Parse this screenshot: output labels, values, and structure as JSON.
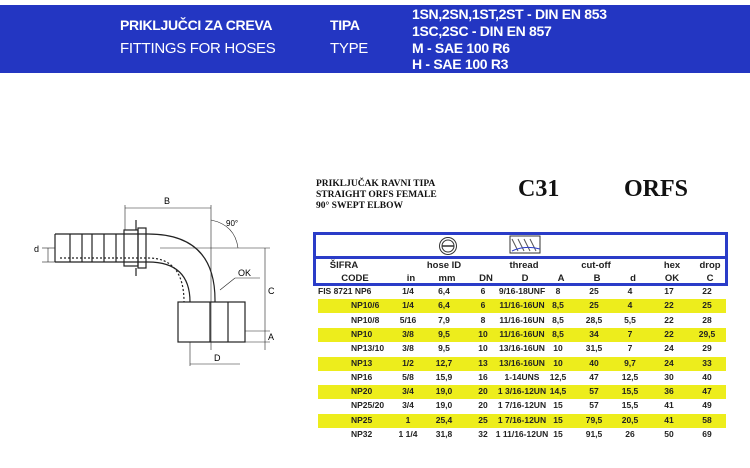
{
  "header": {
    "title_sr": "PRIKLJUČCI ZA CREVA",
    "title_en": "FITTINGS FOR HOSES",
    "type_sr": "TIPA",
    "type_en": "TYPE",
    "standards": [
      "1SN,2SN,1ST,2ST - DIN EN 853",
      "1SC,2SC - DIN EN 857",
      "M - SAE 100 R6",
      "H - SAE 100 R3"
    ]
  },
  "product": {
    "desc": [
      "PRIKLJUČAK RAVNI TIPA",
      "STRAIGHT ORFS FEMALE",
      "90° SWEPT ELBOW"
    ],
    "code": "C31",
    "type": "ORFS"
  },
  "drawing": {
    "labels": {
      "b": "B",
      "angle": "90°",
      "d": "d",
      "ok": "OK",
      "c": "C",
      "a": "A",
      "D": "D"
    }
  },
  "table": {
    "group_headers": [
      "ŠIFRA",
      "hose ID",
      "thread",
      "cut-off",
      "hex",
      "drop"
    ],
    "columns": [
      "CODE",
      "in",
      "mm",
      "DN",
      "D",
      "A",
      "B",
      "d",
      "OK",
      "C"
    ],
    "rows": [
      {
        "cells": [
          "FIS 8721 NP6",
          "1/4",
          "6,4",
          "6",
          "9/16-18UNF",
          "8",
          "25",
          "4",
          "17",
          "22"
        ],
        "highlight": false
      },
      {
        "cells": [
          "NP10/6",
          "1/4",
          "6,4",
          "6",
          "11/16-16UN",
          "8,5",
          "25",
          "4",
          "22",
          "25"
        ],
        "highlight": true
      },
      {
        "cells": [
          "NP10/8",
          "5/16",
          "7,9",
          "8",
          "11/16-16UN",
          "8,5",
          "28,5",
          "5,5",
          "22",
          "28"
        ],
        "highlight": false
      },
      {
        "cells": [
          "NP10",
          "3/8",
          "9,5",
          "10",
          "11/16-16UN",
          "8,5",
          "34",
          "7",
          "22",
          "29,5"
        ],
        "highlight": true
      },
      {
        "cells": [
          "NP13/10",
          "3/8",
          "9,5",
          "10",
          "13/16-16UN",
          "10",
          "31,5",
          "7",
          "24",
          "29"
        ],
        "highlight": false
      },
      {
        "cells": [
          "NP13",
          "1/2",
          "12,7",
          "13",
          "13/16-16UN",
          "10",
          "40",
          "9,7",
          "24",
          "33"
        ],
        "highlight": true
      },
      {
        "cells": [
          "NP16",
          "5/8",
          "15,9",
          "16",
          "1-14UNS",
          "12,5",
          "47",
          "12,5",
          "30",
          "40"
        ],
        "highlight": false
      },
      {
        "cells": [
          "NP20",
          "3/4",
          "19,0",
          "20",
          "1 3/16-12UN",
          "14,5",
          "57",
          "15,5",
          "36",
          "47"
        ],
        "highlight": true
      },
      {
        "cells": [
          "NP25/20",
          "3/4",
          "19,0",
          "20",
          "1 7/16-12UN",
          "15",
          "57",
          "15,5",
          "41",
          "49"
        ],
        "highlight": false
      },
      {
        "cells": [
          "NP25",
          "1",
          "25,4",
          "25",
          "1 7/16-12UN",
          "15",
          "79,5",
          "20,5",
          "41",
          "58"
        ],
        "highlight": true
      },
      {
        "cells": [
          "NP32",
          "1 1/4",
          "31,8",
          "32",
          "1 11/16-12UN",
          "15",
          "91,5",
          "26",
          "50",
          "69"
        ],
        "highlight": false
      }
    ]
  },
  "colors": {
    "band": "#2336c2",
    "highlight": "#eded1c",
    "border": "#2a3cc8"
  }
}
